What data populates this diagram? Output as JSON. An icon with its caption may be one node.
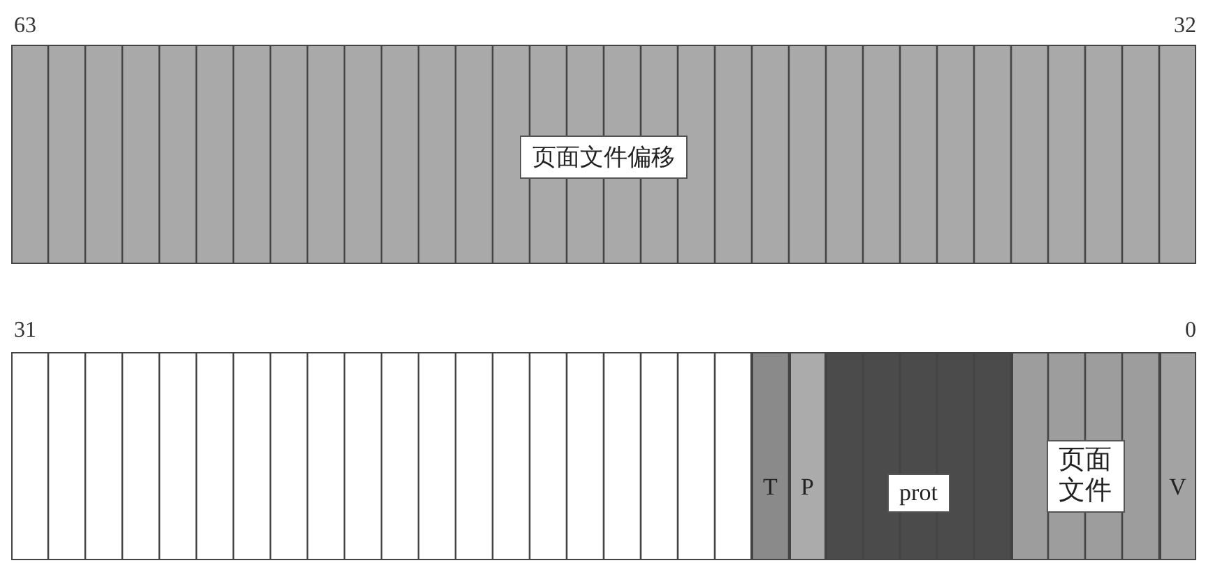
{
  "diagram": {
    "nodes": [
      {
        "text": [
          "页面文件偏移"
        ]
      },
      {
        "text": [],
        "shape": "box"
      },
      {
        "text": [
          "T"
        ]
      },
      {
        "text": [
          "P"
        ]
      },
      {
        "text": [
          "prot"
        ]
      },
      {
        "text": [
          "页面文件"
        ]
      },
      {
        "text": [
          "V"
        ]
      }
    ],
    "labels": [
      "63",
      "32",
      "31",
      "0"
    ]
  }
}
